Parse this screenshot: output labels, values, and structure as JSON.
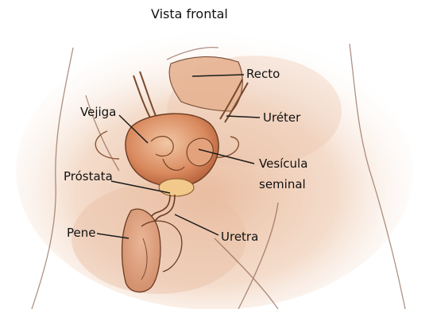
{
  "title": "Vista frontal",
  "labels": {
    "recto": "Recto",
    "vejiga": "Vejiga",
    "ureter": "Uréter",
    "vesicula_1": "Vesícula",
    "vesicula_2": "seminal",
    "prostata": "Próstata",
    "pene": "Pene",
    "uretra": "Uretra"
  },
  "colors": {
    "skin_wash": "#e8b99a",
    "organ": "#d7895e",
    "organ_light": "#edc2a0",
    "outline": "#6a3b22",
    "prostate": "#f2c98a",
    "leader": "#1a1a1a"
  }
}
